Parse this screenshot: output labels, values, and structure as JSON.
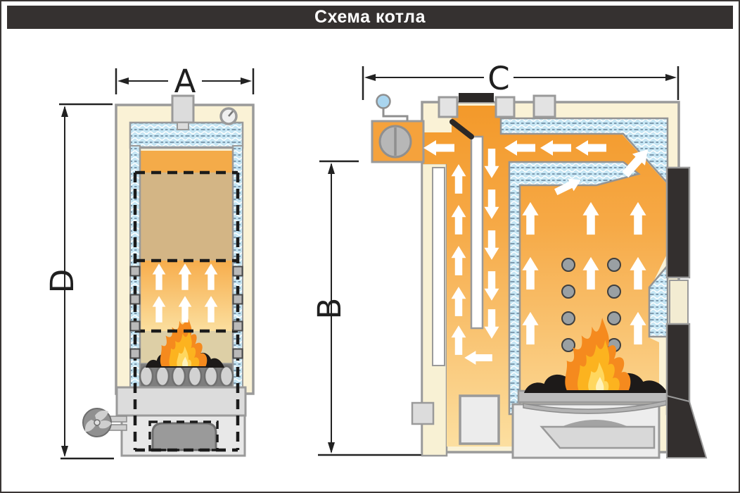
{
  "page": {
    "title": "Схема котла"
  },
  "dimensions": {
    "left_boiler": {
      "width_label": "A",
      "height_label": "D"
    },
    "right_boiler": {
      "width_label": "C",
      "height_label": "B"
    }
  },
  "icons": [
    "fan-icon",
    "thermometer-icon",
    "safety-valve-icon",
    "exhaust-fan-icon",
    "flame-icon",
    "flow-arrow-icon"
  ],
  "colors": {
    "header_bg": "#353130",
    "header_text": "#ffffff",
    "shell": "#faf2d6",
    "water": "#c6e6f4",
    "water_wave": "#ffffff",
    "water_dash": "#35506b",
    "flue_gas": "#f5a132",
    "hot_gas_light": "#fce2aa",
    "fuel_tan": "#d3b585",
    "fire_zone_tan": "#ddcfa6",
    "metal_light": "#e3e3e3",
    "metal_mid": "#b7b7b7",
    "dark_metal": "#332f2e",
    "outline": "#999999",
    "flame_outer": "#f58a1e",
    "flame_mid": "#fcb31f",
    "flame_inner": "#ffd75e",
    "coal": "#1d1a19",
    "dimension_line": "#222222"
  }
}
